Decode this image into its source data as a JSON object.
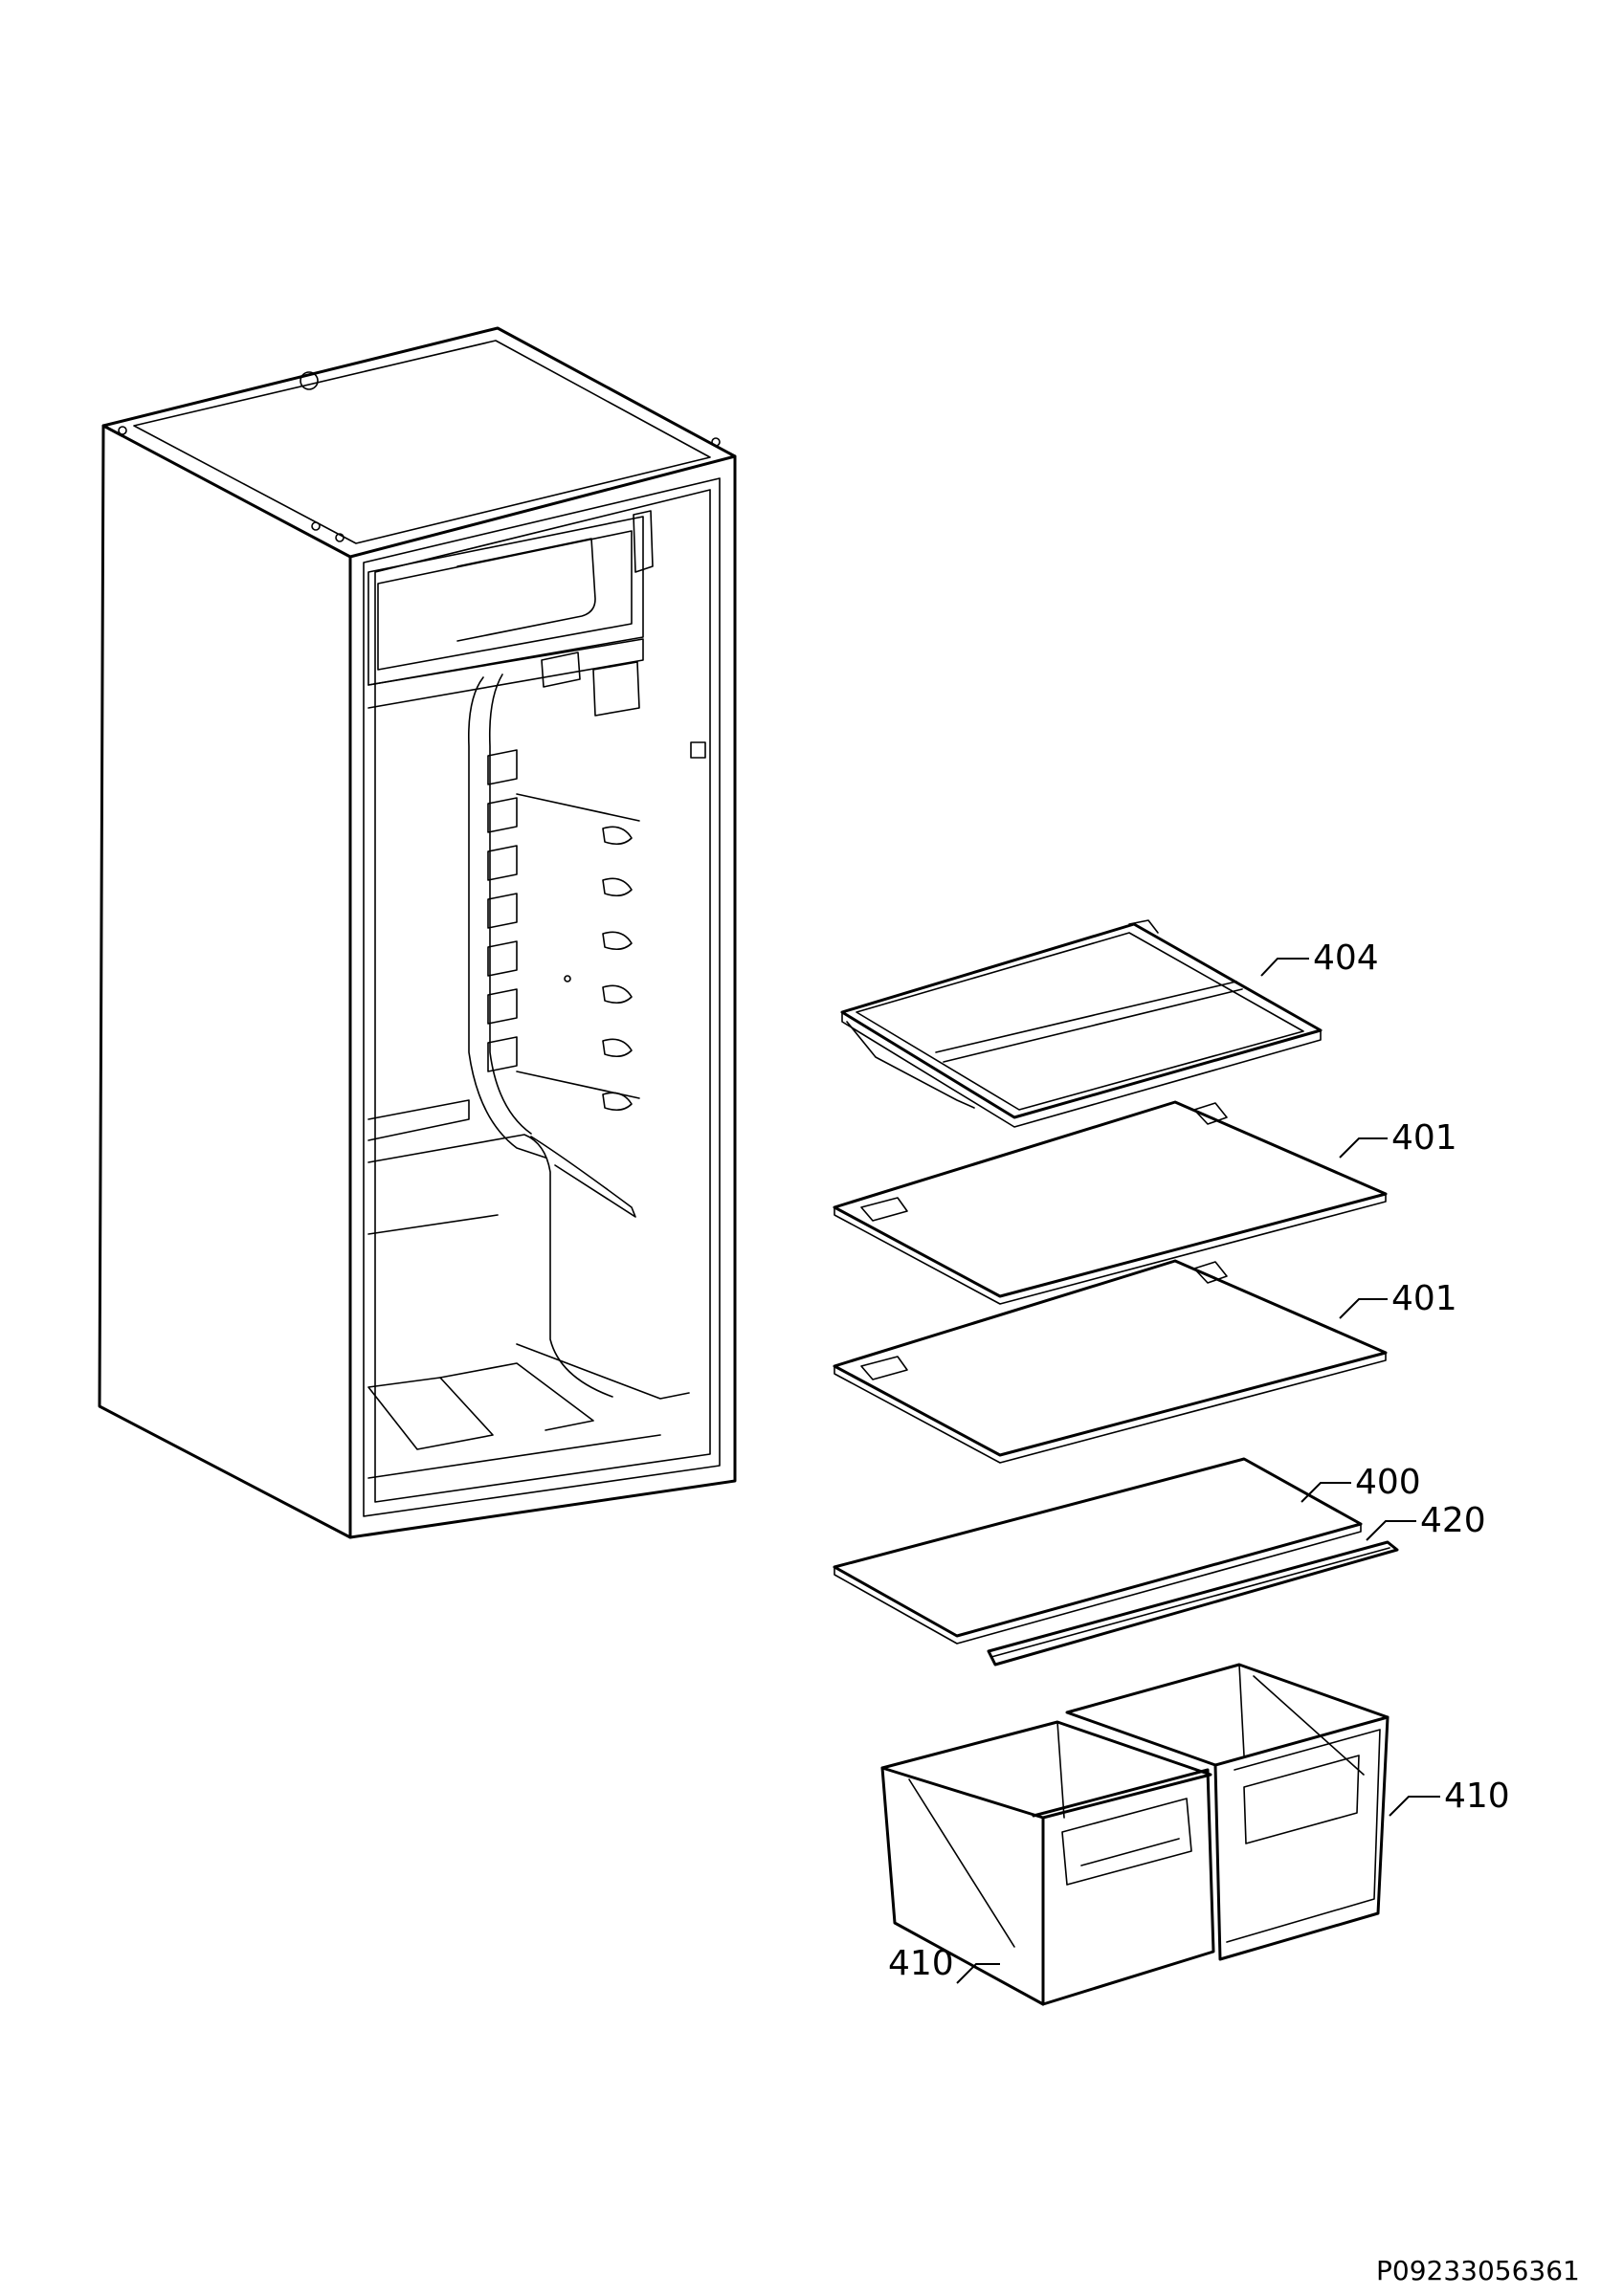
{
  "drawing": {
    "callouts": [
      {
        "id": "404",
        "label": "404"
      },
      {
        "id": "401a",
        "label": "401"
      },
      {
        "id": "401b",
        "label": "401"
      },
      {
        "id": "400",
        "label": "400"
      },
      {
        "id": "420",
        "label": "420"
      },
      {
        "id": "410a",
        "label": "410"
      },
      {
        "id": "410b",
        "label": "410"
      }
    ],
    "document_code": "P09233056361"
  }
}
